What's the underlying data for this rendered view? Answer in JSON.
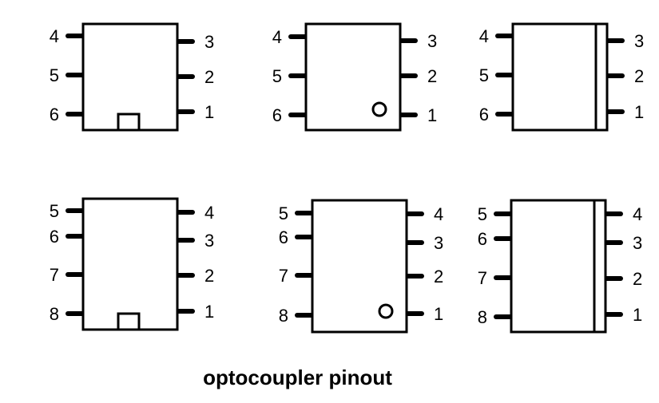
{
  "caption": "optocoupler pinout",
  "packages": [
    {
      "name": "6-pin-notch",
      "left_pins": [
        "4",
        "5",
        "6"
      ],
      "right_pins": [
        "3",
        "2",
        "1"
      ],
      "orientation_mark": "notch"
    },
    {
      "name": "6-pin-dot",
      "left_pins": [
        "4",
        "5",
        "6"
      ],
      "right_pins": [
        "3",
        "2",
        "1"
      ],
      "orientation_mark": "dot"
    },
    {
      "name": "6-pin-stripe",
      "left_pins": [
        "4",
        "5",
        "6"
      ],
      "right_pins": [
        "3",
        "2",
        "1"
      ],
      "orientation_mark": "stripe"
    },
    {
      "name": "8-pin-notch",
      "left_pins": [
        "5",
        "6",
        "7",
        "8"
      ],
      "right_pins": [
        "4",
        "3",
        "2",
        "1"
      ],
      "orientation_mark": "notch"
    },
    {
      "name": "8-pin-dot",
      "left_pins": [
        "5",
        "6",
        "7",
        "8"
      ],
      "right_pins": [
        "4",
        "3",
        "2",
        "1"
      ],
      "orientation_mark": "dot"
    },
    {
      "name": "8-pin-stripe",
      "left_pins": [
        "5",
        "6",
        "7",
        "8"
      ],
      "right_pins": [
        "4",
        "3",
        "2",
        "1"
      ],
      "orientation_mark": "stripe"
    }
  ],
  "colors": {
    "stroke": "#000000",
    "background": "#ffffff"
  }
}
